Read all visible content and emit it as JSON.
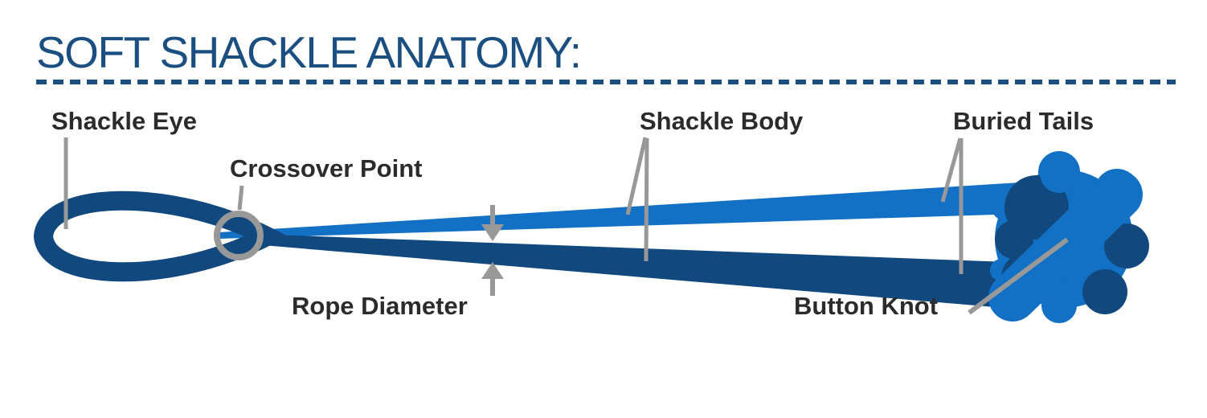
{
  "title": "SOFT SHACKLE ANATOMY:",
  "labels": {
    "shackle_eye": "Shackle Eye",
    "crossover_point": "Crossover Point",
    "shackle_body": "Shackle Body",
    "buried_tails": "Buried Tails",
    "rope_diameter": "Rope Diameter",
    "button_knot": "Button Knot"
  },
  "icons": {
    "crossover_ring": "circle-outline",
    "diameter_arrow_down": "▼",
    "diameter_arrow_up": "▲",
    "leader_line": "straight-gray-line"
  },
  "colors": {
    "title_navy": "#1B4F82",
    "rope_light_blue": "#1271C4",
    "rope_dark_blue": "#11497F",
    "label_text": "#2B2B2B",
    "annotation_gray": "#989898",
    "background": "#FFFFFF"
  }
}
